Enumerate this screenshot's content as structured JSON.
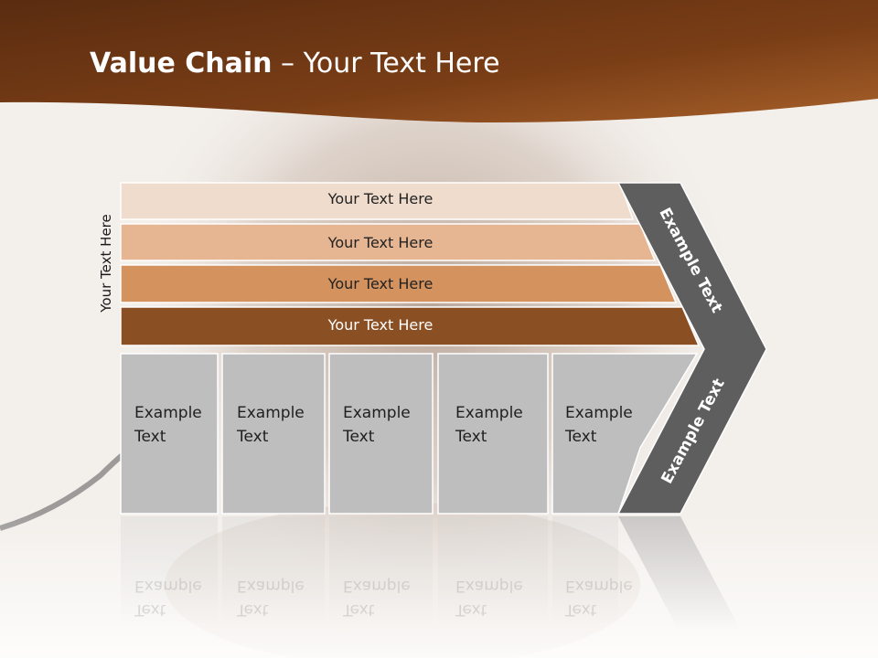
{
  "slide": {
    "title_bold": "Value Chain",
    "title_rest": " – Your Text Here",
    "side_label": "Your Text Here"
  },
  "bars": [
    {
      "label": "Your Text Here",
      "fill": "#efdccd",
      "text_color": "#222222"
    },
    {
      "label": "Your Text Here",
      "fill": "#e6b592",
      "text_color": "#222222"
    },
    {
      "label": "Your Text Here",
      "fill": "#d4925e",
      "text_color": "#222222"
    },
    {
      "label": "Your Text Here",
      "fill": "#8b4f24",
      "text_color": "#ffffff"
    }
  ],
  "boxes": [
    {
      "line1": "Example",
      "line2": "Text"
    },
    {
      "line1": "Example",
      "line2": "Text"
    },
    {
      "line1": "Example",
      "line2": "Text"
    },
    {
      "line1": "Example",
      "line2": "Text"
    },
    {
      "line1": "Example",
      "line2": "Text"
    }
  ],
  "chevron": {
    "upper_label": "Example Text",
    "lower_label": "Example Text",
    "fill": "#5e5e5e"
  },
  "colors": {
    "header_brown": "#7a3e16",
    "box_gray": "#bebebe"
  }
}
